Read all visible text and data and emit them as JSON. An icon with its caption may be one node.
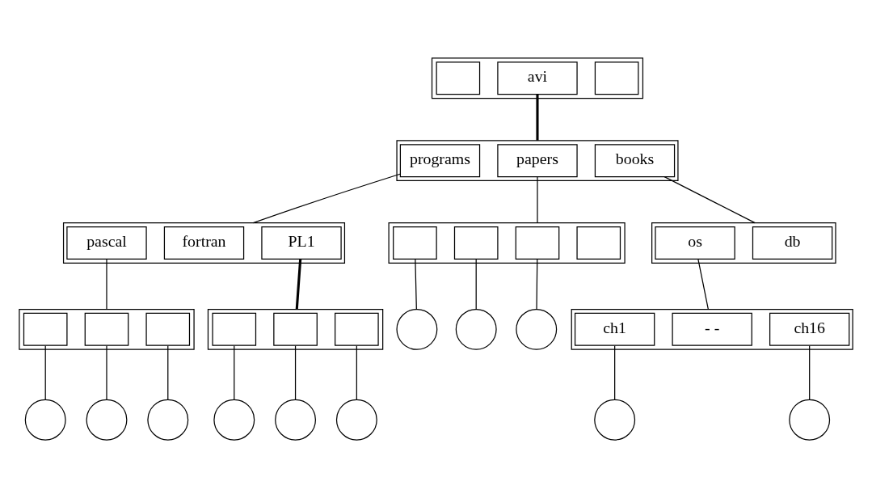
{
  "diagram": {
    "nodes": [
      {
        "text": [],
        "shape": "box"
      },
      {
        "text": [],
        "shape": "box",
        "in": 0
      },
      {
        "text": [
          "avi"
        ],
        "in": 0
      },
      {
        "text": [],
        "shape": "box",
        "in": 0
      },
      {
        "text": [],
        "shape": "box"
      },
      {
        "text": [
          "programs"
        ],
        "in": 4
      },
      {
        "text": [
          "papers"
        ],
        "in": 4
      },
      {
        "text": [
          "books"
        ],
        "in": 4
      },
      {
        "text": [],
        "shape": "box"
      },
      {
        "text": [
          "pascal"
        ],
        "in": 8
      },
      {
        "text": [
          "fortran"
        ],
        "in": 8
      },
      {
        "text": [
          "PL1"
        ],
        "in": 8
      },
      {
        "text": [],
        "shape": "box"
      },
      {
        "text": [],
        "shape": "box",
        "in": 12
      },
      {
        "text": [],
        "shape": "box",
        "in": 12
      },
      {
        "text": [],
        "shape": "box",
        "in": 12
      },
      {
        "text": [],
        "shape": "box",
        "in": 12
      },
      {
        "text": [],
        "shape": "box"
      },
      {
        "text": [
          "os"
        ],
        "in": 17
      },
      {
        "text": [
          "db"
        ],
        "in": 17
      },
      {
        "text": [],
        "shape": "box"
      },
      {
        "text": [],
        "shape": "box",
        "in": 20
      },
      {
        "text": [],
        "shape": "box",
        "in": 20
      },
      {
        "text": [],
        "shape": "box",
        "in": 20
      },
      {
        "text": [],
        "shape": "box"
      },
      {
        "text": [],
        "shape": "box",
        "in": 24
      },
      {
        "text": [],
        "shape": "box",
        "in": 24
      },
      {
        "text": [],
        "shape": "box",
        "in": 24
      },
      {
        "text": [],
        "shape": "circle"
      },
      {
        "text": [],
        "shape": "circle"
      },
      {
        "text": [],
        "shape": "circle"
      },
      {
        "text": [],
        "shape": "box"
      },
      {
        "text": [
          "ch1"
        ],
        "in": 31
      },
      {
        "text": [
          "- -"
        ],
        "in": 31
      },
      {
        "text": [
          "ch16"
        ],
        "in": 31
      },
      {
        "text": [],
        "shape": "circle"
      },
      {
        "text": [],
        "shape": "circle"
      },
      {
        "text": [],
        "shape": "circle"
      },
      {
        "text": [],
        "shape": "circle"
      },
      {
        "text": [],
        "shape": "circle"
      },
      {
        "text": [],
        "shape": "circle"
      },
      {
        "text": [],
        "shape": "circle"
      },
      {
        "text": [],
        "shape": "circle"
      }
    ],
    "edges": [
      {
        "from": 2,
        "to": 4,
        "arrow": "none",
        "style": "thick"
      },
      {
        "from": 5,
        "to": 8,
        "arrow": "none"
      },
      {
        "from": 6,
        "to": 12,
        "arrow": "none"
      },
      {
        "from": 7,
        "to": 17,
        "arrow": "none"
      },
      {
        "from": 9,
        "to": 20,
        "arrow": "none"
      },
      {
        "from": 11,
        "to": 24,
        "arrow": "none",
        "style": "thick"
      },
      {
        "from": 13,
        "to": 28,
        "arrow": "none"
      },
      {
        "from": 14,
        "to": 29,
        "arrow": "none"
      },
      {
        "from": 15,
        "to": 30,
        "arrow": "none"
      },
      {
        "from": 18,
        "to": 31,
        "arrow": "none"
      },
      {
        "from": 21,
        "to": 35,
        "arrow": "none"
      },
      {
        "from": 22,
        "to": 36,
        "arrow": "none"
      },
      {
        "from": 23,
        "to": 37,
        "arrow": "none"
      },
      {
        "from": 25,
        "to": 38,
        "arrow": "none"
      },
      {
        "from": 26,
        "to": 39,
        "arrow": "none"
      },
      {
        "from": 27,
        "to": 40,
        "arrow": "none"
      },
      {
        "from": 32,
        "to": 41,
        "arrow": "none"
      },
      {
        "from": 34,
        "to": 42,
        "arrow": "none"
      }
    ]
  }
}
